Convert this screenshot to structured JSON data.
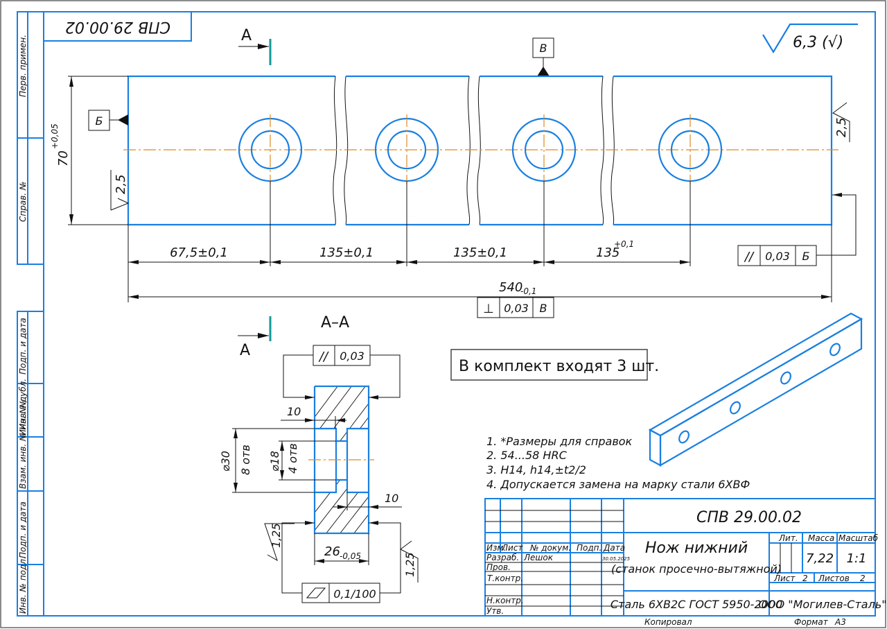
{
  "drawing": {
    "stamp_rotated": "СПВ 29.00.02",
    "roughness_general": "6,3 (√)",
    "section_label_top": "А",
    "section_label_bottom": "А",
    "section_title": "А–А",
    "datum_top": "В",
    "datum_left": "Б",
    "dimensions": {
      "height": "70",
      "height_tol": "+0,05",
      "pitch_1": "67,5±0,1",
      "pitch_2": "135±0,1",
      "pitch_3": "135±0,1",
      "pitch_4": "135",
      "pitch_4_tol": "+0,1",
      "length": "540",
      "length_tol": "-0,1",
      "roughness_left": "2,5",
      "roughness_right": "2,5",
      "section_width": "26",
      "section_width_tol": "-0,05",
      "counterbore_depth_top": "10",
      "counterbore_depth_bottom": "10",
      "diameter_large": "⌀30",
      "diameter_large_note": "8 отв",
      "diameter_small": "⌀18",
      "diameter_small_note": "4 отв",
      "roughness_section_left": "1,25",
      "roughness_section_right": "1,25"
    },
    "tolerances": {
      "perpendicularity": {
        "symbol": "⊥",
        "value": "0,03",
        "datum": "В"
      },
      "parallelism_right": {
        "symbol": "//",
        "value": "0,03",
        "datum": "Б"
      },
      "parallelism_section": {
        "symbol": "//",
        "value": "0,03"
      },
      "flatness_section": {
        "symbol": "▱",
        "value": "0,1/100"
      }
    },
    "kit_note": "В комплект входят 3 шт.",
    "notes": [
      "1. *Размеры для справок",
      "2. 54...58 HRC",
      "3. H14, h14,±t2/2",
      "4. Допускается замена на марку стали 6ХВФ"
    ]
  },
  "side_strip": {
    "top": [
      "Перв. примен.",
      "Справ. №"
    ],
    "bottom": [
      "Подп. и дата",
      "Инв. № дубл.",
      "Взам. инв. № Инв. №",
      "Подп. и дата",
      "Инв. № подл."
    ]
  },
  "title_block": {
    "designation": "СПВ 29.00.02",
    "name_line1": "Нож нижний",
    "name_line2": "(станок просечно-вытяжной)",
    "material": "Сталь 6ХВ2С ГОСТ 5950-2000",
    "company": "ООО \"Могилев-Сталь\"",
    "headers": {
      "izm": "Изм.",
      "list": "Лист",
      "doc": "№ докум.",
      "podp": "Подп.",
      "date": "Дата"
    },
    "roles": [
      "Разраб.",
      "Пров.",
      "Т.контр.",
      "",
      "Н.контр.",
      "Утв."
    ],
    "developer": "Лешок",
    "date": "30.05.2025",
    "lit_label": "Лит.",
    "mass_label": "Масса",
    "scale_label": "Масштаб",
    "mass": "7,22",
    "scale": "1:1",
    "sheet_label": "Лист",
    "sheet": "2",
    "sheets_label": "Листов",
    "sheets": "2",
    "copied": "Копировал",
    "format_label": "Формат",
    "format": "А3"
  },
  "colors": {
    "contour": "#1a7fe0",
    "axis": "#e08a1e",
    "section_mark": "#139a96"
  }
}
